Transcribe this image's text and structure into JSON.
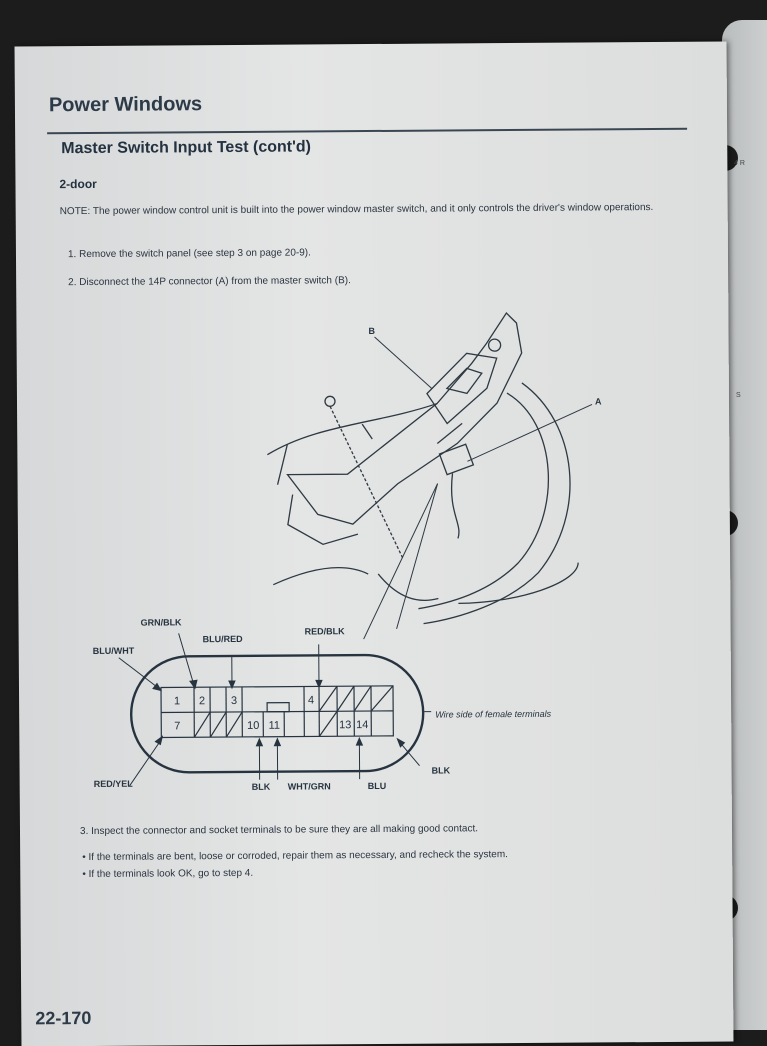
{
  "header": {
    "section_title": "Power Windows"
  },
  "test": {
    "title": "Master Switch Input Test (cont'd)",
    "variant": "2-door"
  },
  "note": "NOTE: The power window control unit is built into the power window master switch, and it only controls the driver's window operations.",
  "steps": [
    "1.  Remove the switch panel (see step 3 on page 20-9).",
    "2.  Disconnect the 14P connector (A) from the master switch (B).",
    "3.  Inspect the connector and socket terminals to be sure they are all making good contact."
  ],
  "bullets": [
    "•  If the terminals are bent, loose or corroded, repair them as necessary, and recheck the system.",
    "•  If the terminals look OK, go to step 4."
  ],
  "diagram": {
    "callout_b": "B",
    "callout_a": "A",
    "wire_side": "Wire side of female terminals",
    "wires": {
      "grn_blk": "GRN/BLK",
      "blu_red": "BLU/RED",
      "blu_wht": "BLU/WHT",
      "red_blk": "RED/BLK",
      "red_yel": "RED/YEL",
      "blk_bottom": "BLK",
      "wht_grn": "WHT/GRN",
      "blu": "BLU",
      "blk_right": "BLK"
    },
    "pins": {
      "p1": "1",
      "p2": "2",
      "p3": "3",
      "p4": "4",
      "p7": "7",
      "p10": "10",
      "p11": "11",
      "p13": "13",
      "p14": "14"
    }
  },
  "footer": {
    "page_number": "22-170"
  },
  "right_page": {
    "mark1": "4 R",
    "mark2": "S"
  }
}
